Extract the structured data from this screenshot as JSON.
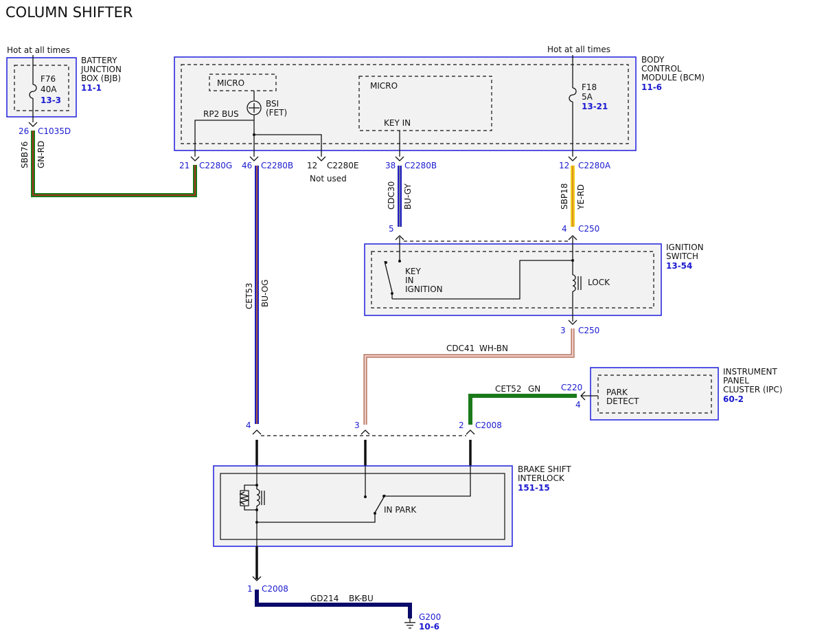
{
  "title": "COLUMN SHIFTER",
  "bjb": {
    "hot": "Hot at all times",
    "name_lines": [
      "BATTERY",
      "JUNCTION",
      "BOX (BJB)"
    ],
    "ref": "11-1",
    "fuse_name": "F76",
    "fuse_rating": "40A",
    "fuse_ref": "13-3",
    "pin": "26",
    "connector": "C1035D"
  },
  "bcm": {
    "hot": "Hot at all times",
    "name_lines": [
      "BODY",
      "CONTROL",
      "MODULE (BCM)"
    ],
    "ref": "11-6",
    "micro1": "MICRO",
    "micro2": "MICRO",
    "bsi": "BSI",
    "fet": "(FET)",
    "rp2": "RP2 BUS",
    "key_in": "KEY IN",
    "fuse_name": "F18",
    "fuse_rating": "5A",
    "fuse_ref": "13-21",
    "pins": [
      {
        "pin": "21",
        "connector": "C2280G"
      },
      {
        "pin": "46",
        "connector": "C2280B"
      },
      {
        "pin": "12",
        "connector": "C2280E"
      },
      {
        "pin": "38",
        "connector": "C2280B"
      },
      {
        "pin": "12",
        "connector": "C2280A"
      }
    ],
    "not_used": "Not used"
  },
  "wires": {
    "sbb76": {
      "circuit": "SBB76",
      "color": "GN-RD"
    },
    "cet53": {
      "circuit": "CET53",
      "color": "BU-OG"
    },
    "cdc30": {
      "circuit": "CDC30",
      "color": "BU-GY"
    },
    "sbp18": {
      "circuit": "SBP18",
      "color": "YE-RD"
    },
    "cdc41": {
      "circuit": "CDC41",
      "color": "WH-BN"
    },
    "cet52": {
      "circuit": "CET52",
      "color": "GN"
    },
    "gd214": {
      "circuit": "GD214",
      "color": "BK-BU"
    }
  },
  "ignition": {
    "name_lines": [
      "IGNITION",
      "SWITCH"
    ],
    "ref": "13-54",
    "key_lines": [
      "KEY",
      "IN",
      "IGNITION"
    ],
    "lock": "LOCK",
    "pin_top_cdc30": "5",
    "pin_top_sbp18": "4",
    "conn_top": "C250",
    "pin_bottom": "3",
    "conn_bottom": "C250"
  },
  "ipc": {
    "name_lines": [
      "INSTRUMENT",
      "PANEL",
      "CLUSTER (IPC)"
    ],
    "ref": "60-2",
    "detect_lines": [
      "PARK",
      "DETECT"
    ],
    "connector": "C220",
    "pin": "4"
  },
  "c2008": {
    "pin4": "4",
    "pin3": "3",
    "pin2": "2",
    "connector": "C2008",
    "pin1": "1",
    "connector_bottom": "C2008"
  },
  "bsi_module": {
    "name_lines": [
      "BRAKE SHIFT",
      "INTERLOCK"
    ],
    "ref": "151-15",
    "in_park": "IN PARK"
  },
  "ground": {
    "name": "G200",
    "ref": "10-6"
  },
  "colors": {
    "box_border": "#2a2ae0",
    "ref_blue": "#1a1ad0",
    "gn": "#1a7a1a",
    "rd": "#c42020",
    "bu": "#2020c0",
    "og": "#e07010",
    "gy": "#9a9a9a",
    "ye": "#f0d020",
    "wh": "#ffffff",
    "bn": "#a05030",
    "bk": "#111111"
  }
}
